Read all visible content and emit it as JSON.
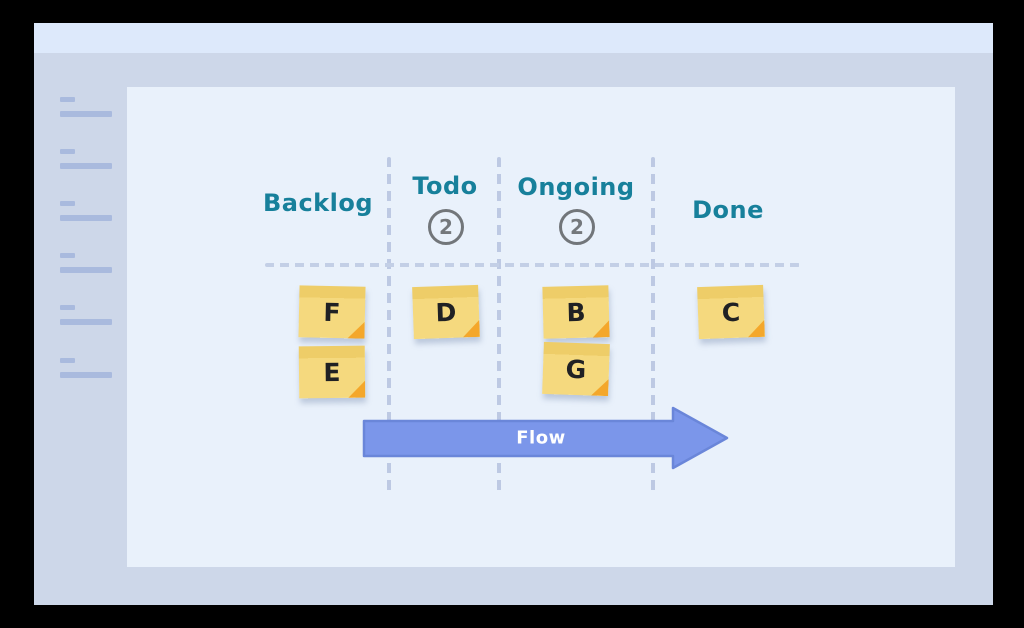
{
  "colors": {
    "frame_bg": "#000000",
    "screen_bg": "#cdd7e9",
    "topbar_bg": "#dde9fb",
    "panel_bg": "#e9f1fb",
    "header_text": "#17809b",
    "wip_badge_gray": "#72767a",
    "note_body_yellow": "#f5d97e",
    "note_top_band": "#eecd68",
    "note_fold_orange": "#f4a72b",
    "note_text": "#202124",
    "arrow_fill": "#7b96ea",
    "arrow_stroke": "#6a86d9",
    "dashed_line": "#bdc9e3",
    "sidebar_bar": "#a9bade"
  },
  "sidebar": {
    "skeleton_groups": 6
  },
  "board": {
    "columns": [
      {
        "label": "Backlog",
        "wip_limit": "",
        "cards": [
          "F",
          "E"
        ]
      },
      {
        "label": "Todo",
        "wip_limit": "2",
        "cards": [
          "D"
        ]
      },
      {
        "label": "Ongoing",
        "wip_limit": "2",
        "cards": [
          "B",
          "G"
        ]
      },
      {
        "label": "Done",
        "wip_limit": "",
        "cards": [
          "C"
        ]
      }
    ],
    "flow_label": "Flow"
  }
}
